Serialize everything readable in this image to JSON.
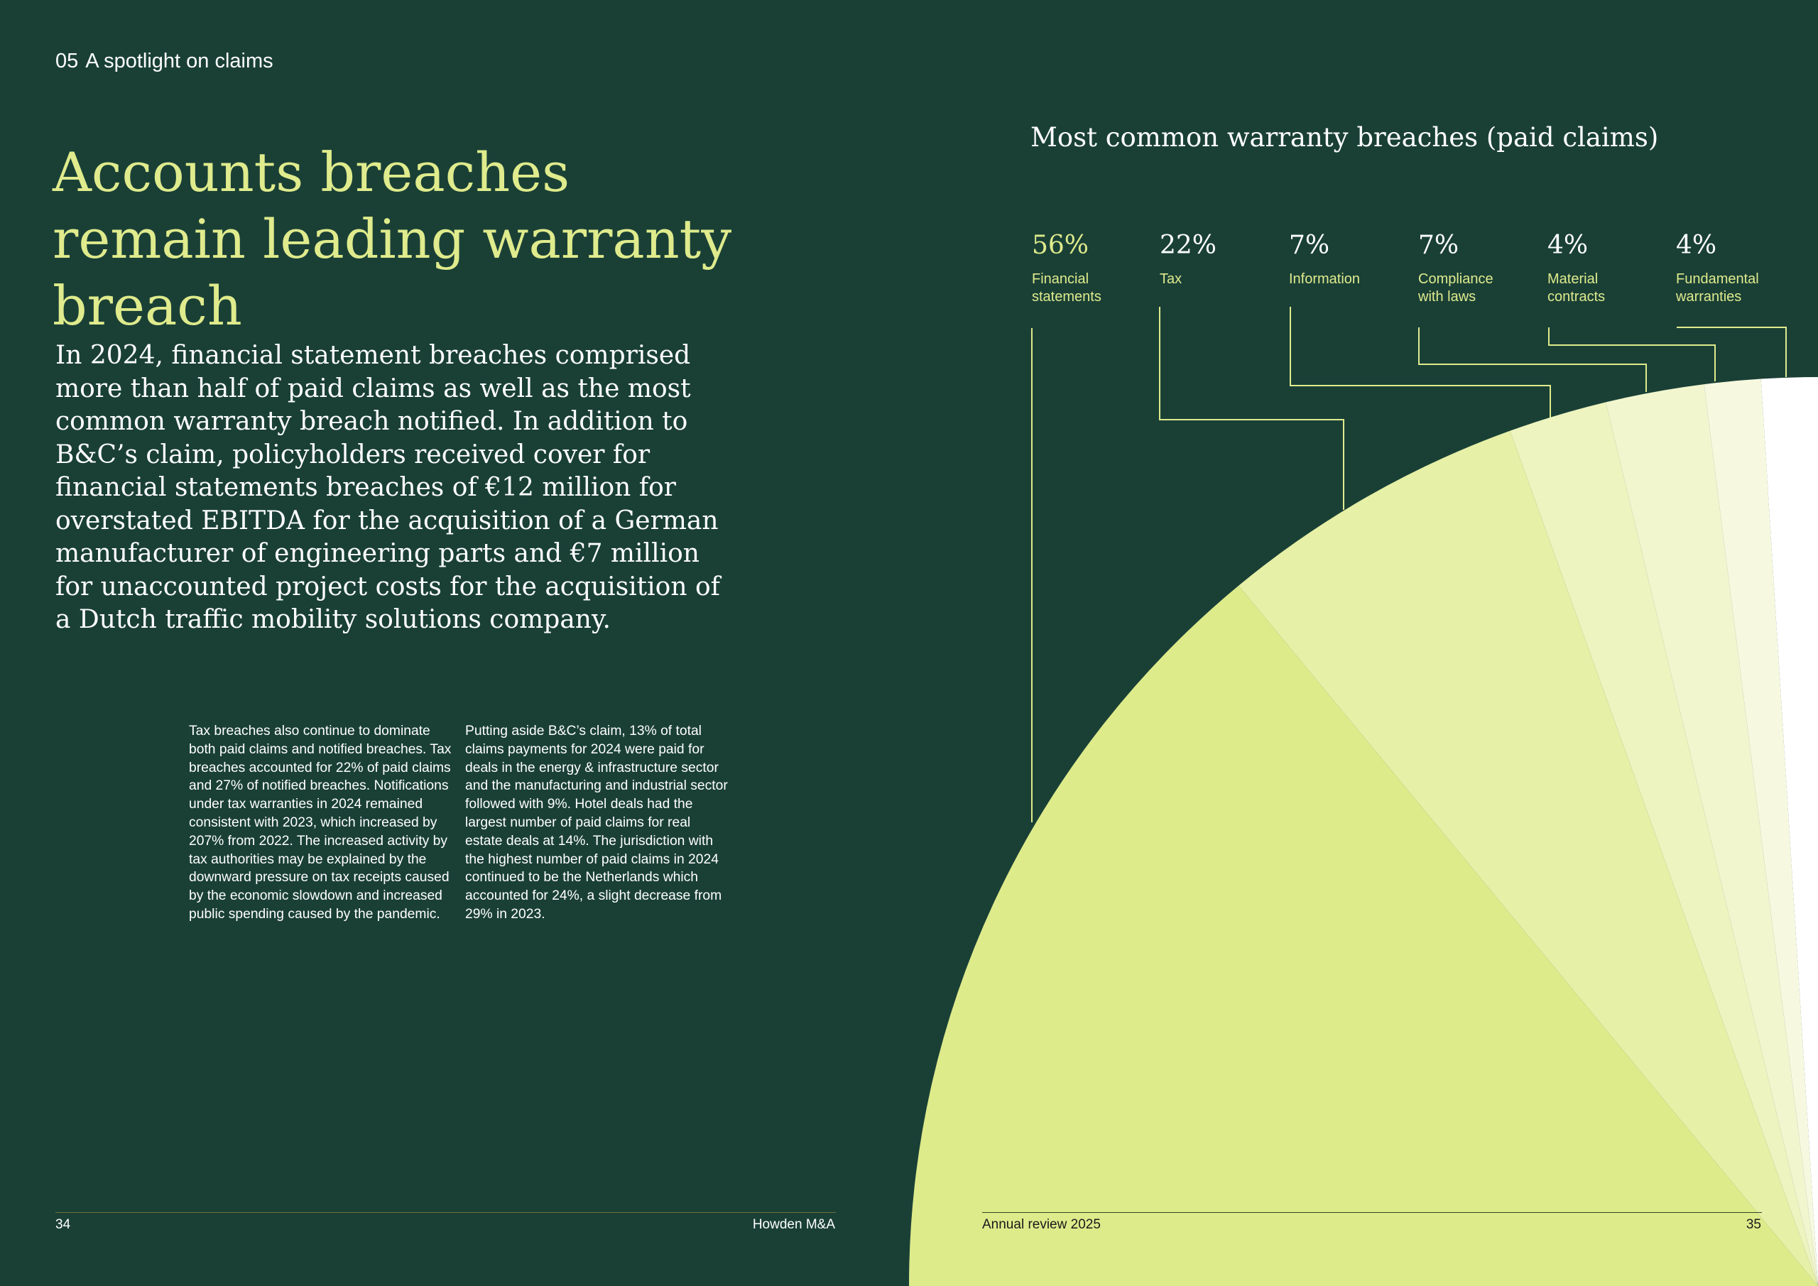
{
  "section": {
    "number": "05",
    "title": "A spotlight on claims"
  },
  "headline": "Accounts breaches remain leading warranty breach",
  "intro": "In 2024, financial statement breaches comprised more than half of paid claims as well as the most common warranty breach notified. In addition to B&C’s claim, policyholders received cover for financial statements breaches of €12 million for overstated EBITDA for the acquisition of a German manufacturer of engineering parts and €7 million for unaccounted project costs for the acquisition of a Dutch traffic mobility solutions company.",
  "body_columns": [
    "Tax breaches also continue to dominate both paid claims and notified breaches. Tax breaches accounted for 22% of paid claims and 27% of notified breaches. Notifications under tax warranties in 2024 remained consistent with 2023, which increased by 207% from 2022. The increased activity by tax authorities may be explained by the downward pressure on tax receipts caused by the economic slowdown and increased public spending caused by the pandemic.",
    "Putting aside B&C’s claim, 13% of total claims payments for 2024 were paid for deals in the energy & infrastructure sector and the manufacturing and industrial sector followed with 9%. Hotel deals had the largest number of paid claims for real estate deals at 14%. The jurisdiction with the highest number of paid claims in 2024 continued to be the Netherlands which accounted for 24%, a slight decrease from 29% in 2023."
  ],
  "chart_data": {
    "type": "pie",
    "title": "Most common warranty breaches (paid claims)",
    "categories": [
      "Financial statements",
      "Tax",
      "Information",
      "Compliance with laws",
      "Material contracts",
      "Fundamental warranties"
    ],
    "values": [
      56,
      22,
      7,
      7,
      4,
      4
    ],
    "value_labels": [
      "56%",
      "22%",
      "7%",
      "7%",
      "4%",
      "4%"
    ],
    "colors": [
      "#deeb8b",
      "#e6f0a6",
      "#edf4bf",
      "#f1f6cf",
      "#f6f9e0",
      "#ffffff"
    ]
  },
  "footer": {
    "left_page": "34",
    "left_brand": "Howden M&A",
    "right_title": "Annual review 2025",
    "right_page": "35"
  }
}
